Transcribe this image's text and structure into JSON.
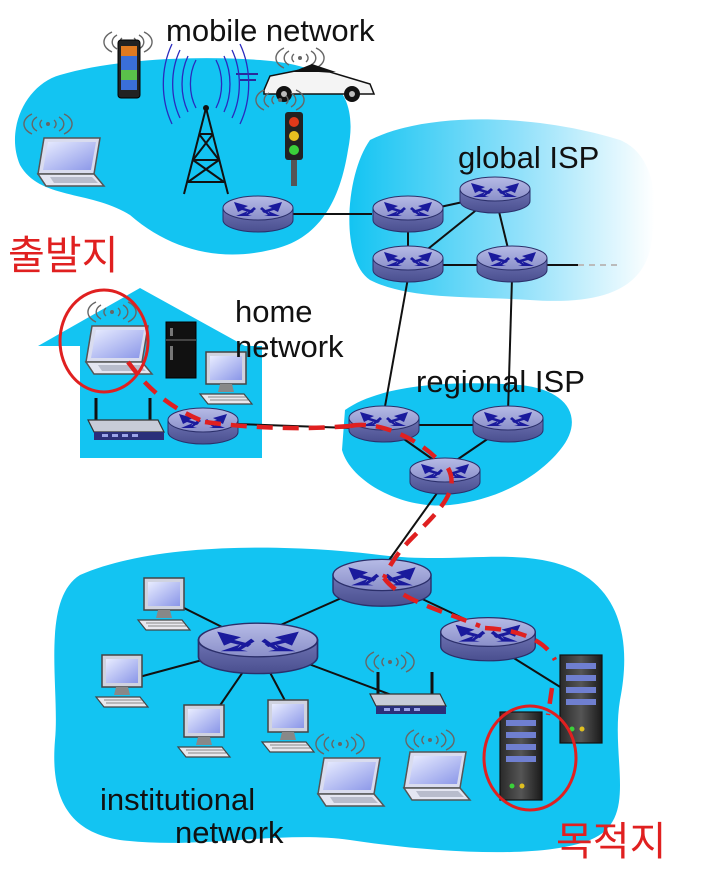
{
  "labels": {
    "mobile_network": "mobile network",
    "global_isp": "global ISP",
    "home_network_line1": "home",
    "home_network_line2": "network",
    "regional_isp": "regional ISP",
    "institutional_line1": "institutional",
    "institutional_line2": "network",
    "source": "출발지",
    "destination": "목적지"
  },
  "colors": {
    "network_fill": "#13c4f2",
    "router_fill": "#8a8fc9",
    "router_arrows": "#1a1a9c",
    "path_red": "#e02020",
    "link_black": "#111111"
  },
  "icons": [
    "router-icon",
    "laptop-icon",
    "desktop-computer-icon",
    "server-icon",
    "wifi-access-point-icon",
    "cell-tower-icon",
    "smartphone-icon",
    "car-icon",
    "traffic-light-icon",
    "refrigerator-icon"
  ]
}
